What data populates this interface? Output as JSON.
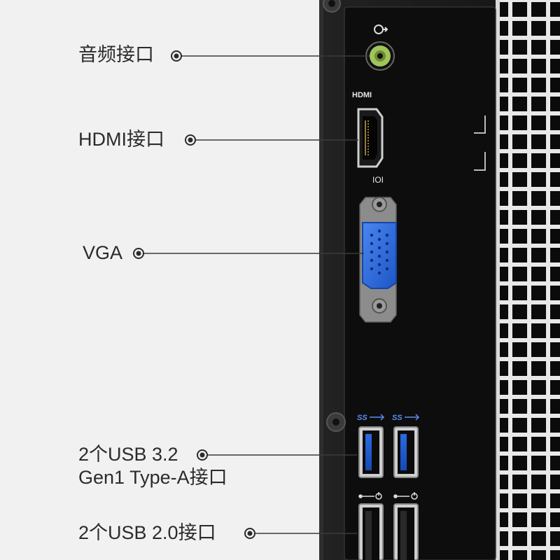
{
  "callouts": {
    "audio": "音频接口",
    "hdmi": "HDMI接口",
    "vga": "VGA",
    "usb32_line1": "2个USB 3.2",
    "usb32_line2": "Gen1 Type-A接口",
    "usb20": "2个USB 2.0接口"
  },
  "panel_marks": {
    "hdmi": "HDMI",
    "vga": "IOI",
    "ss_left": "SS",
    "ss_right": "SS"
  },
  "colors": {
    "background": "#f1f1f1",
    "chassis": "#1b1b1b",
    "panel": "#0d0d0d",
    "audio_jack": "#9fc55a",
    "vga_blue": "#2f6fe0",
    "usb3_blue": "#1f5fd1",
    "callout_line": "#3a3a3a",
    "callout_text": "#2b2b2b"
  },
  "icons": [
    "headphone-icon",
    "usb-icon",
    "screw-icon"
  ]
}
